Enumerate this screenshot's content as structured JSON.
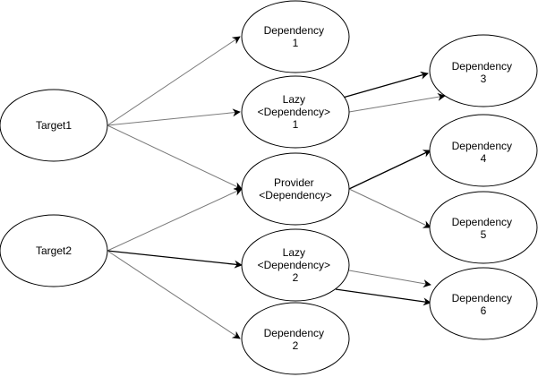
{
  "diagram": {
    "nodes": {
      "target1": {
        "lines": [
          "Target1"
        ]
      },
      "target2": {
        "lines": [
          "Target2"
        ]
      },
      "dep1": {
        "lines": [
          "Dependency",
          "1"
        ]
      },
      "lazy1": {
        "lines": [
          "Lazy",
          "<Dependency>",
          "1"
        ]
      },
      "provider": {
        "lines": [
          "Provider",
          "<Dependency>"
        ]
      },
      "lazy2": {
        "lines": [
          "Lazy",
          "<Dependency>",
          "2"
        ]
      },
      "dep2": {
        "lines": [
          "Dependency",
          "2"
        ]
      },
      "dep3": {
        "lines": [
          "Dependency",
          "3"
        ]
      },
      "dep4": {
        "lines": [
          "Dependency",
          "4"
        ]
      },
      "dep5": {
        "lines": [
          "Dependency",
          "5"
        ]
      },
      "dep6": {
        "lines": [
          "Dependency",
          "6"
        ]
      }
    },
    "edges": [
      {
        "from": "target1",
        "to": "dep1",
        "style": "thin"
      },
      {
        "from": "target1",
        "to": "lazy1",
        "style": "thin"
      },
      {
        "from": "target1",
        "to": "provider",
        "style": "thin"
      },
      {
        "from": "target2",
        "to": "provider",
        "style": "thin"
      },
      {
        "from": "target2",
        "to": "lazy2",
        "style": "bold"
      },
      {
        "from": "target2",
        "to": "dep2",
        "style": "thin"
      },
      {
        "from": "lazy1",
        "to": "dep3",
        "style": "bold"
      },
      {
        "from": "lazy1",
        "to": "dep3",
        "style": "thin"
      },
      {
        "from": "provider",
        "to": "dep4",
        "style": "bold"
      },
      {
        "from": "provider",
        "to": "dep5",
        "style": "thin"
      },
      {
        "from": "lazy2",
        "to": "dep6",
        "style": "thin"
      },
      {
        "from": "lazy2",
        "to": "dep6",
        "style": "bold"
      }
    ]
  }
}
